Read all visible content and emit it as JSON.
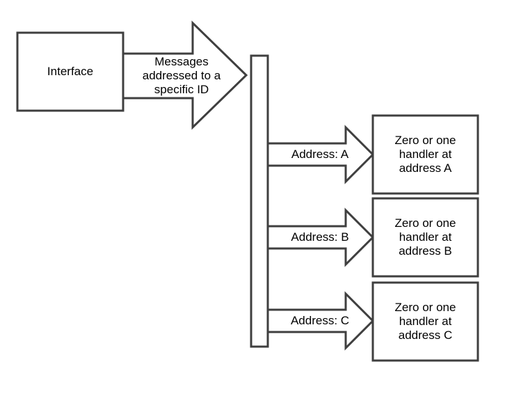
{
  "diagram": {
    "title": "message-routing-diagram",
    "colors": {
      "stroke": "#3f3f3f",
      "shape_fill": "#ffffff",
      "text": "#000000",
      "background": "#ffffff"
    },
    "interface_box": {
      "label": "Interface"
    },
    "main_arrow": {
      "label": "Messages addressed to a specific ID"
    },
    "branches": [
      {
        "arrow_label": "Address: A",
        "handler_label": "Zero or one handler at address A"
      },
      {
        "arrow_label": "Address: B",
        "handler_label": "Zero or one handler at address B"
      },
      {
        "arrow_label": "Address: C",
        "handler_label": "Zero or one handler at address C"
      }
    ]
  }
}
